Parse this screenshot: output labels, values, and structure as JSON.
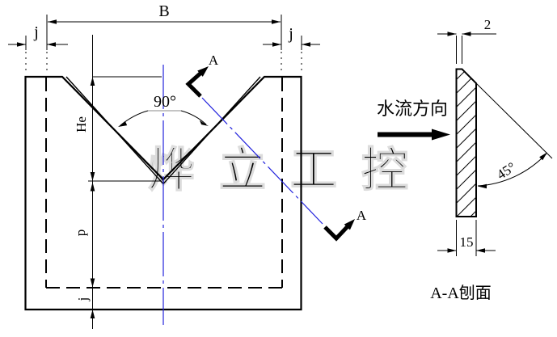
{
  "front_view": {
    "dims": {
      "B": "B",
      "j_top_left": "j",
      "j_top_right": "j",
      "He": "He",
      "p": "p",
      "j_bottom": "j",
      "notch_angle": "90°"
    },
    "section_cut": {
      "label_top": "A",
      "label_bottom": "A"
    }
  },
  "section_view": {
    "title": "A-A刨面",
    "flow_label": "水流方向",
    "dims": {
      "thickness": "2",
      "bevel_angle": "45°",
      "width": "15"
    }
  },
  "watermark": {
    "text": "烨立工控"
  },
  "colors": {
    "line": "#000000",
    "centerline_blue": "#2323dd",
    "watermark_gray": "#dcdcdc",
    "leader_gray": "#a0a0a0"
  }
}
